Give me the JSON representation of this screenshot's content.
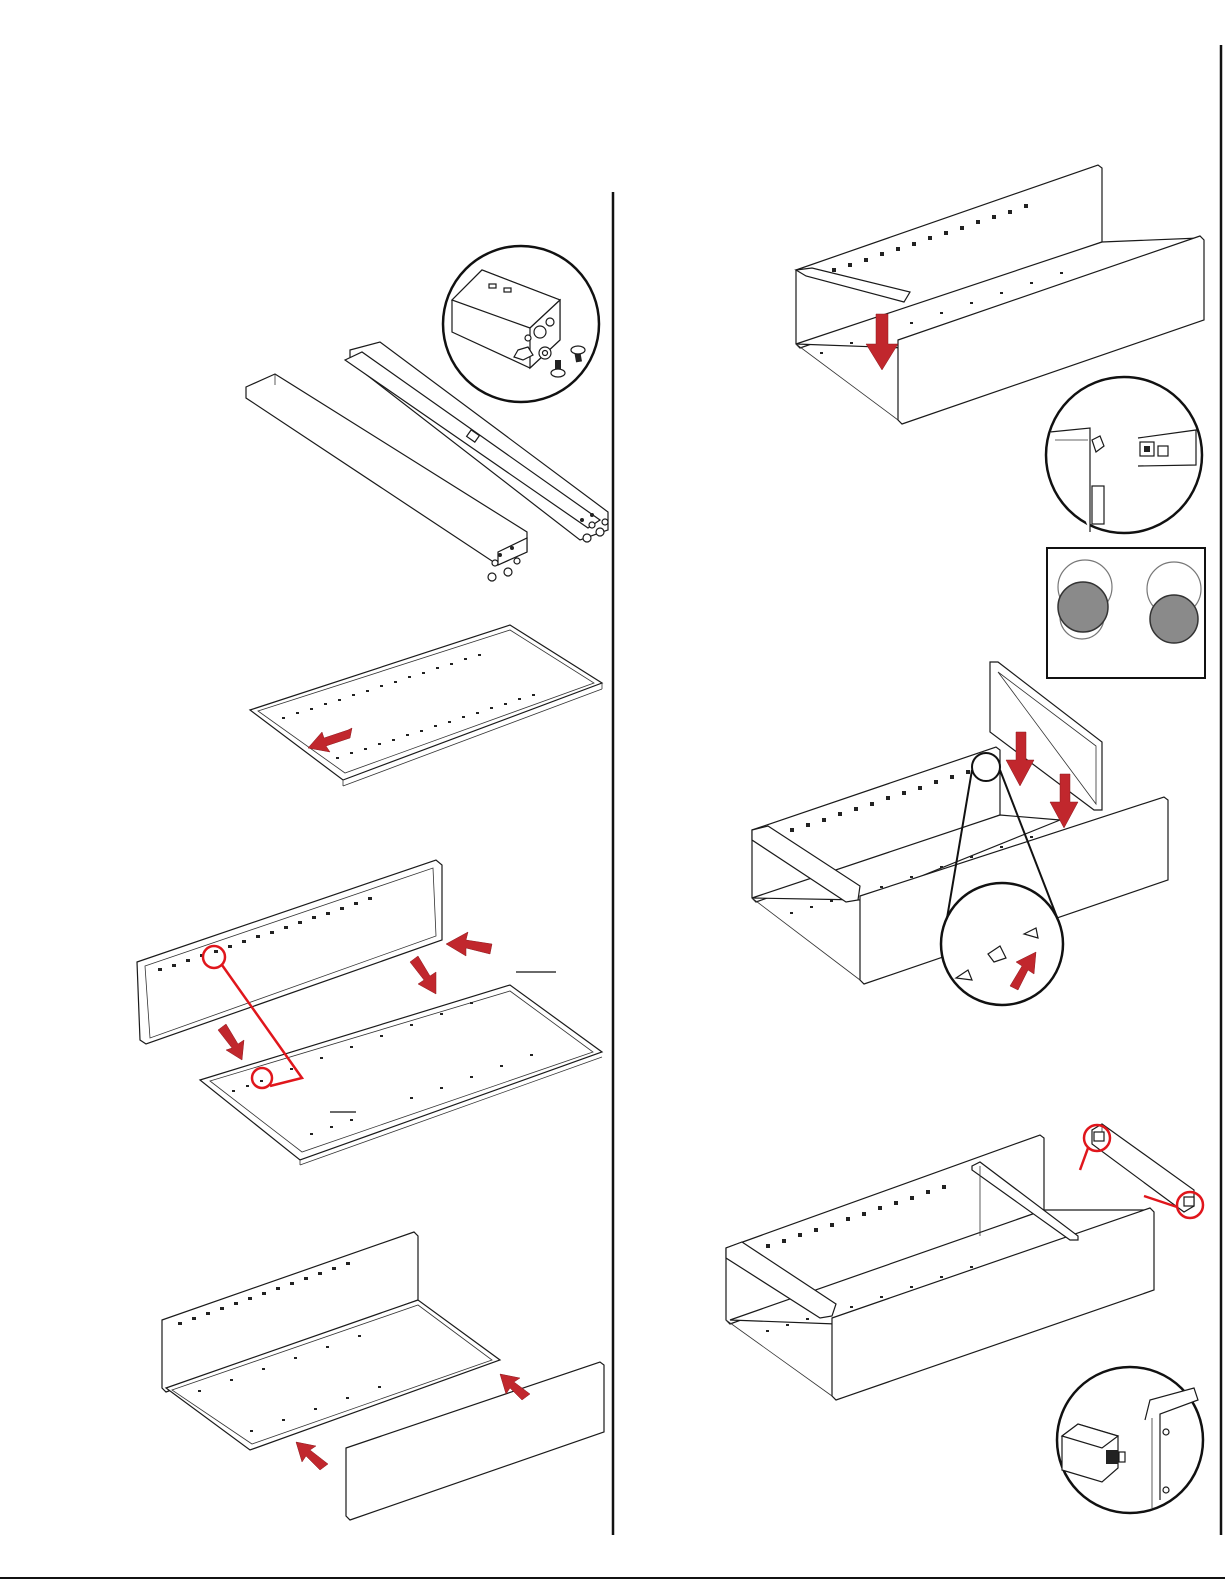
{
  "colors": {
    "ink": "#1a1a1a",
    "arrow": "#c1272d",
    "callout": "#e0161c",
    "peg_fill": "#8a8a8a",
    "page": "#ffffff"
  },
  "layout_rules": {
    "has_center_divider": true,
    "has_right_border": true,
    "has_bottom_rule": true
  },
  "steps": [
    {
      "name": "rails-with-hardware",
      "icon": "rail-pair-icon",
      "detail": "rail-end-bolt-detail"
    },
    {
      "name": "bottom-panel",
      "icon": "bottom-panel-icon"
    },
    {
      "name": "back-to-bottom",
      "icon": "back-panel-join-icon"
    },
    {
      "name": "front-panel-slide",
      "icon": "front-panel-icon"
    },
    {
      "name": "top-rail-drop",
      "icon": "top-rail-icon",
      "detail": "clip-detail"
    },
    {
      "name": "cam-lock-orientation",
      "icon": "cam-lock-icon"
    },
    {
      "name": "divider-insert",
      "icon": "divider-icon",
      "detail": "peg-detail"
    },
    {
      "name": "cross-rail-attach",
      "icon": "cross-rail-icon",
      "detail": "bracket-detail"
    }
  ]
}
